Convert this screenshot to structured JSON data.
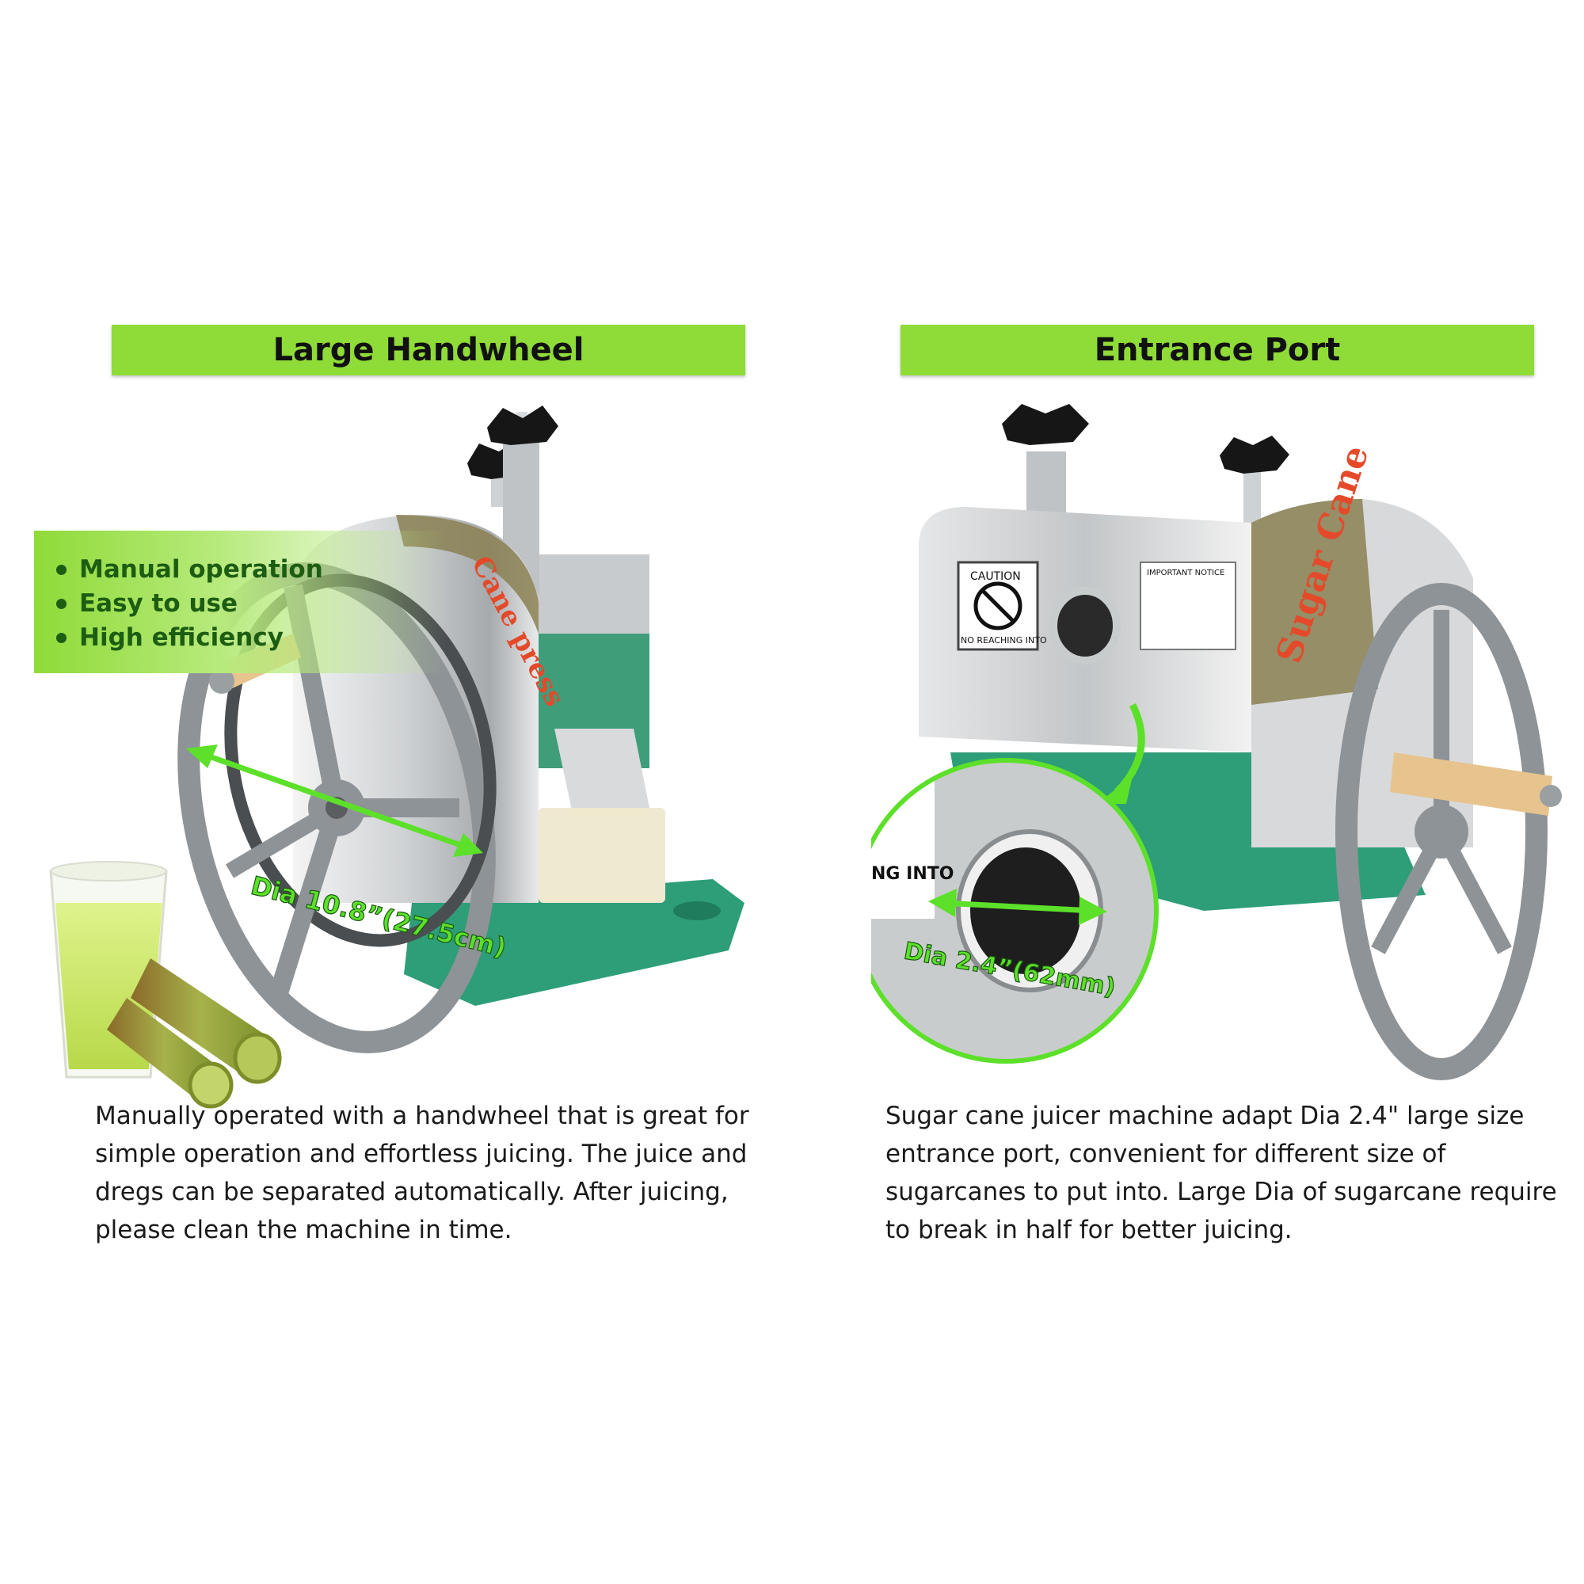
{
  "left": {
    "title": "Large Handwheel",
    "features": [
      "Manual operation",
      "Easy to use",
      "High efficiency"
    ],
    "product_label": "Cane press",
    "dimension_label": "Dia 10.8”(27.5cm)",
    "description": "Manually operated with a handwheel that is great for simple operation and effortless juicing. The juice and dregs can be separated automatically. After juicing, please clean the machine in time."
  },
  "right": {
    "title": "Entrance Port",
    "product_label": "Sugar Cane",
    "caution_label": "CAUTION",
    "warning_label": "NO REACHING INTO",
    "warning_zoom_label": "NG INTO",
    "notice_label": "IMPORTANT NOTICE",
    "dimension_label": "Dia 2.4”(62mm)",
    "description": "Sugar cane juicer machine adapt Dia 2.4\" large size entrance port, convenient for different size of sugarcanes to put into. Large Dia of sugarcane require to break in half for better juicing."
  },
  "colors": {
    "accent_green": "#8fdb38",
    "feature_text": "#1d5d12",
    "dimension_green": "#5de02a",
    "base_teal": "#2e9e78",
    "wheel_grey": "#8e9397"
  }
}
